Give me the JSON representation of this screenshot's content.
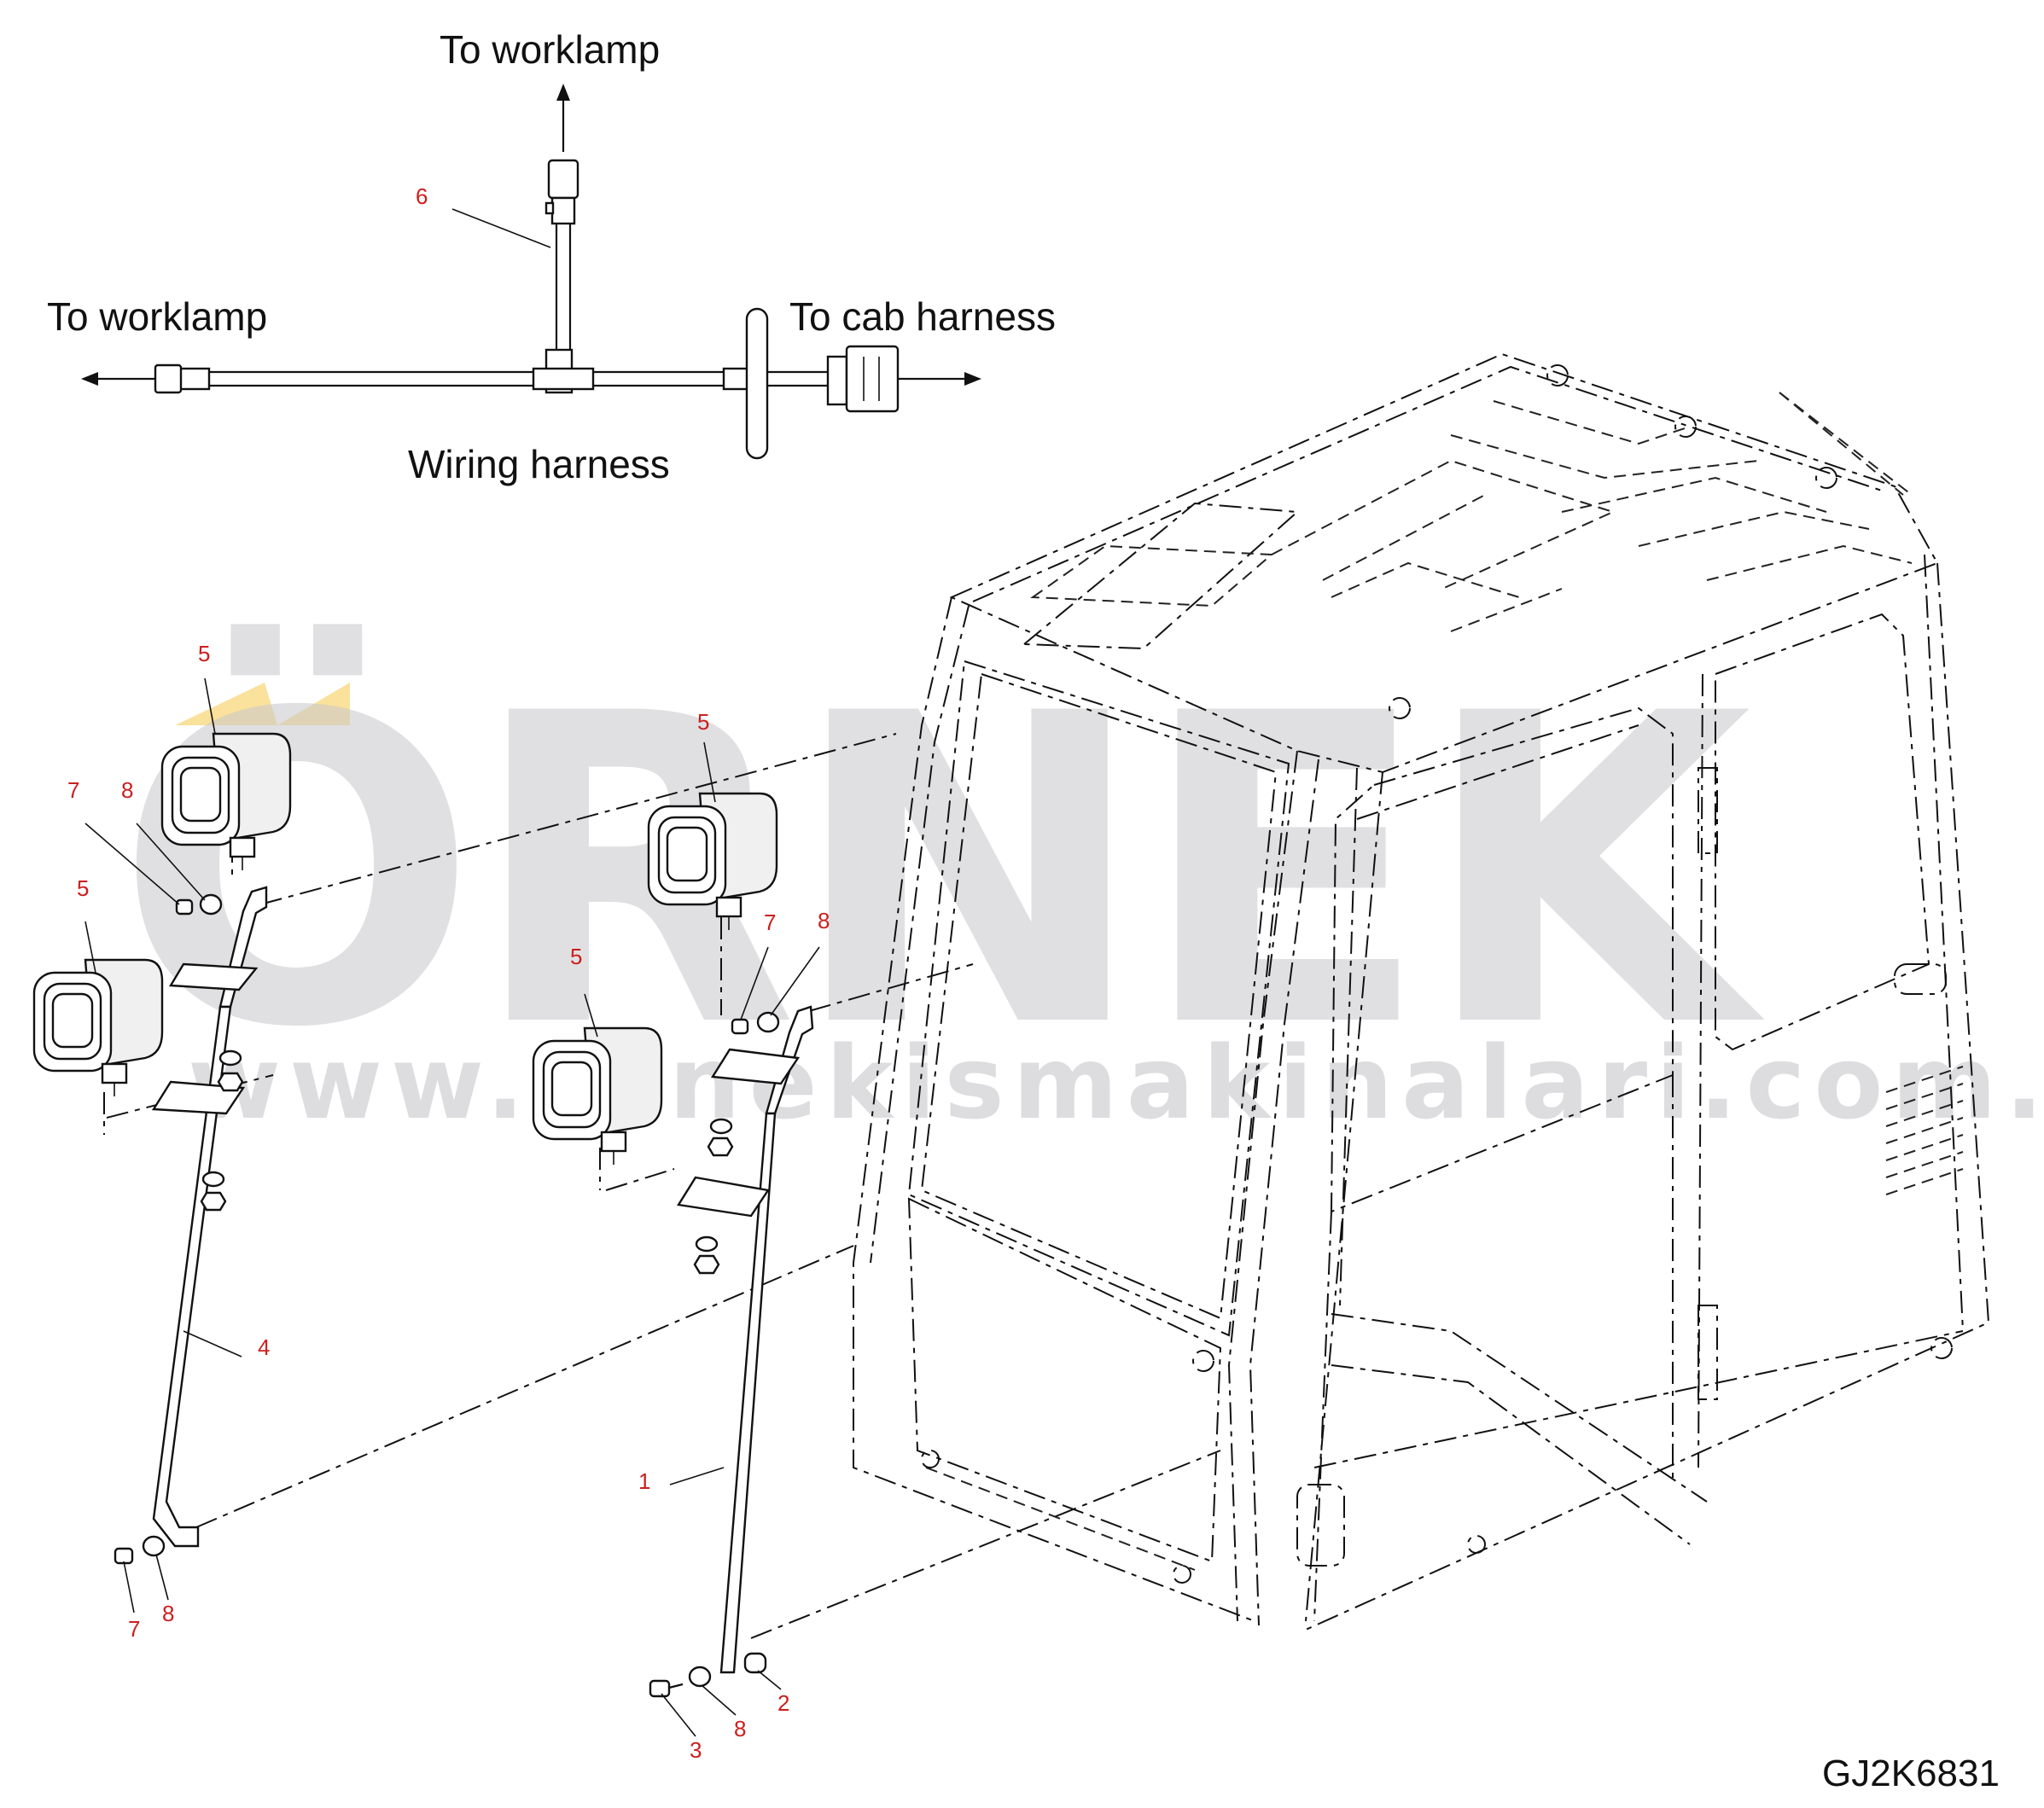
{
  "labels": {
    "worklamp_top": "To worklamp",
    "worklamp_left": "To worklamp",
    "cab_harness": "To cab harness",
    "wiring_harness": "Wiring harness",
    "drawing_code": "GJ2K6831"
  },
  "callouts": {
    "c6": "6",
    "c5_a": "5",
    "c5_b": "5",
    "c5_c": "5",
    "c5_d": "5",
    "c7_a": "7",
    "c8_a": "8",
    "c7_b": "7",
    "c8_b": "8",
    "c4": "4",
    "c1": "1",
    "c7_c": "7",
    "c8_c": "8",
    "c3": "3",
    "c8_d": "8",
    "c2": "2"
  },
  "watermark": {
    "brand": "ÖRNEK",
    "url": "www.ornekismakinalari.com.tr"
  },
  "colors": {
    "callout": "#cc1f1f",
    "line": "#111111",
    "watermark": "#c8c8cc",
    "accent": "#f5c84a"
  }
}
